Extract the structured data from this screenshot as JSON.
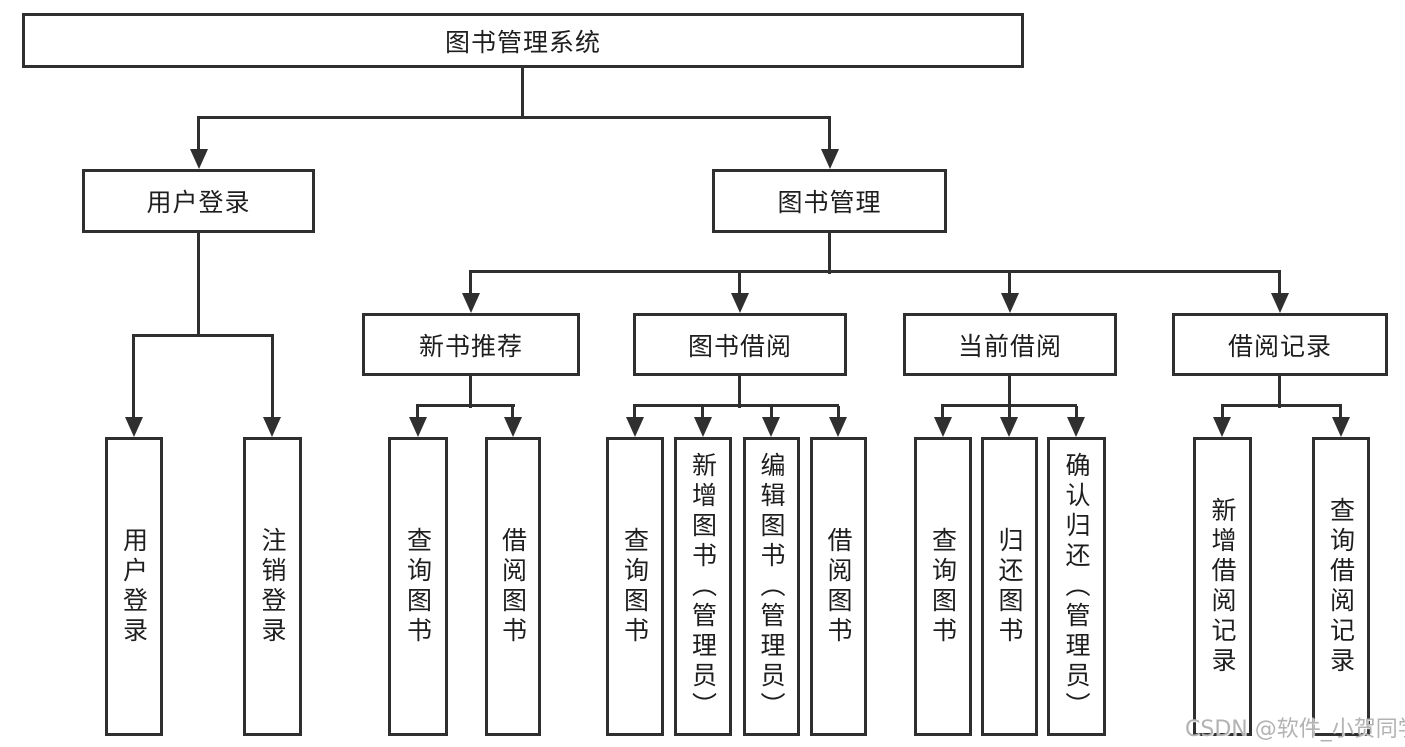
{
  "diagram_title": "图书管理系统",
  "tree": {
    "label": "图书管理系统",
    "children": [
      {
        "label": "用户登录",
        "children": [
          {
            "label": "用户登录"
          },
          {
            "label": "注销登录"
          }
        ]
      },
      {
        "label": "图书管理",
        "children": [
          {
            "label": "新书推荐",
            "children": [
              {
                "label": "查询图书"
              },
              {
                "label": "借阅图书"
              }
            ]
          },
          {
            "label": "图书借阅",
            "children": [
              {
                "label": "查询图书"
              },
              {
                "label": "新增图书（管理员）"
              },
              {
                "label": "编辑图书（管理员）"
              },
              {
                "label": "借阅图书"
              }
            ]
          },
          {
            "label": "当前借阅",
            "children": [
              {
                "label": "查询图书"
              },
              {
                "label": "归还图书"
              },
              {
                "label": "确认归还（管理员）"
              }
            ]
          },
          {
            "label": "借阅记录",
            "children": [
              {
                "label": "新增借阅记录"
              },
              {
                "label": "查询借阅记录"
              }
            ]
          }
        ]
      }
    ]
  },
  "watermark": {
    "text": "CSDN @软件_小贺同学"
  },
  "colors": {
    "line": "#2f2f2f",
    "box_border": "#2f2f2f",
    "box_fill": "#ffffff",
    "text": "#1e1e1e",
    "watermark": "#b3b3b3",
    "background": "#ffffff"
  }
}
